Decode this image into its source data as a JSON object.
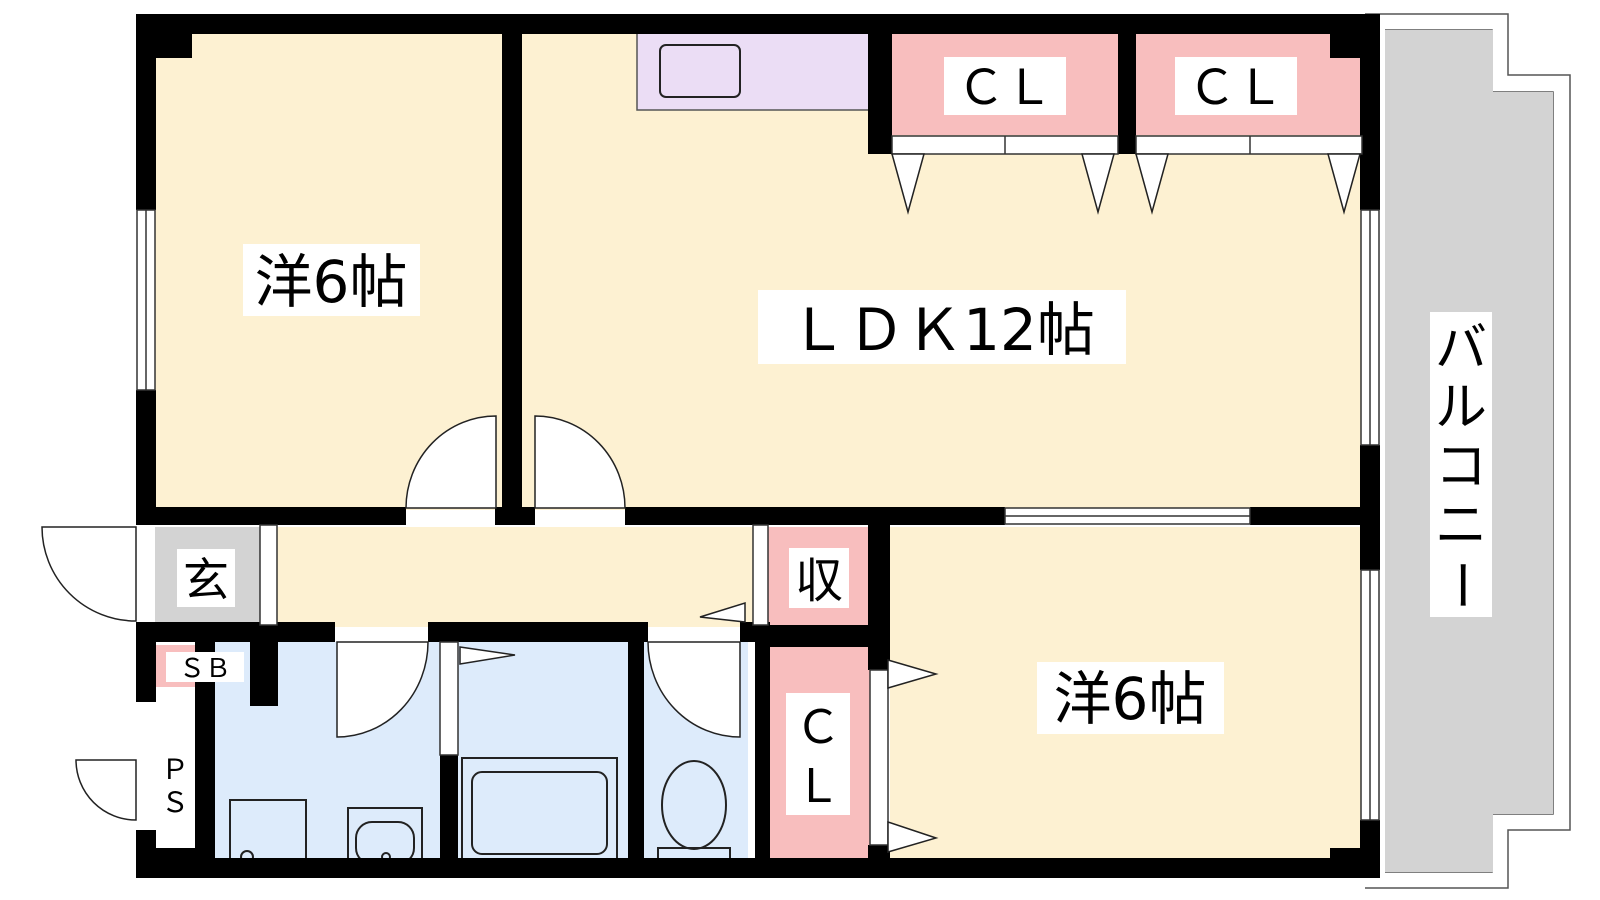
{
  "rooms": {
    "western_room_1": "洋6帖",
    "ldk": "ＬＤＫ12帖",
    "western_room_2": "洋6帖",
    "closet_1": "ＣＬ",
    "closet_2": "ＣＬ",
    "closet_3_line1": "Ｃ",
    "closet_3_line2": "Ｌ",
    "storage": "収",
    "entrance": "玄",
    "shoe_box": "ＳＢ",
    "pipe_space_line1": "Ｐ",
    "pipe_space_line2": "Ｓ",
    "balcony_chars": [
      "バ",
      "ル",
      "コ",
      "ニ",
      "ー"
    ]
  },
  "colors": {
    "room": "#FDF1D2",
    "wet_area": "#DDEBFB",
    "closet": "#F8BEBE",
    "kitchen": "#EBDDF5",
    "entrance": "#D3D3D3",
    "balcony": "#D3D3D3",
    "wall": "#000000"
  }
}
